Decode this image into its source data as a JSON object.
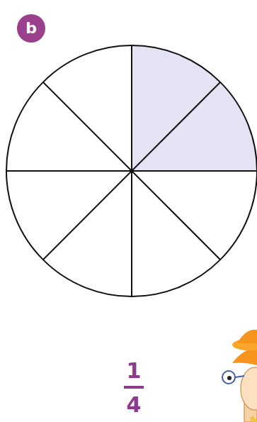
{
  "diagram": {
    "nodes": [
      {
        "text": [
          "b"
        ]
      }
    ],
    "labels": [
      "1",
      "4"
    ]
  }
}
